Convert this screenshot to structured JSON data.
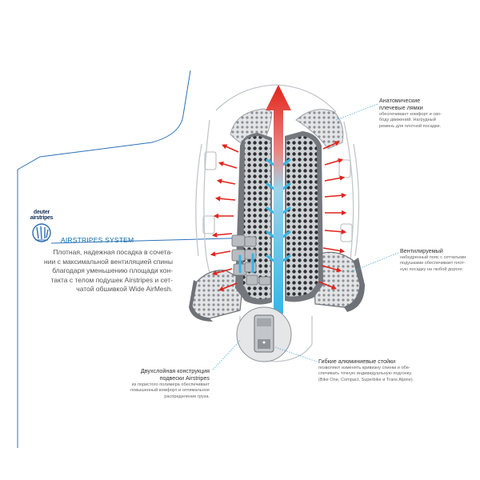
{
  "logo": {
    "brand": "deuter",
    "sub": "airstripes",
    "icon": "airstripes-logo-icon"
  },
  "system": {
    "title": "AIRSTRIPES SYSTEM",
    "text": "Плотная, надежная посадка в сочета-\nнии с максимальной вентиляцией спины\nблагодаря уменьшению площади кон-\nтакта с телом подушек Airstripes и сет-\nчатой обшивкой Wide AirMesh."
  },
  "callouts": {
    "shoulder": {
      "title": "Анатомические\nплечевые лямки",
      "desc": "обеспечивают комфорт и сво-\nбоду движений. Нагрудный\nремень для плотной посадки."
    },
    "belt": {
      "title": "Вентилируемый",
      "desc": "набедренный пояс с сетчатыми\nподушками обеспечивает плот-\nную посадку на любой дороге."
    },
    "stays": {
      "title": "Гибкие алюминиевые стойки",
      "desc": "позволяют изменять кривизну спинки и обе-\nспечивать точную индивидуальную подгонку.\n(Bike One, Compact, Superbike и Trans Alpine)."
    },
    "double": {
      "title": "Двухслойная конструкция\nподвески Airstripes",
      "desc": "из пористого полимера обеспечивает\nповышенный комфорт и оптимальное\nраспределение груза."
    }
  },
  "colors": {
    "accent_blue": "#1e6fb0",
    "air_cold": "#35b6e6",
    "air_hot": "#e2231a",
    "pad_grey": "#9a9ea3",
    "line_grey": "#c7c9cc"
  }
}
